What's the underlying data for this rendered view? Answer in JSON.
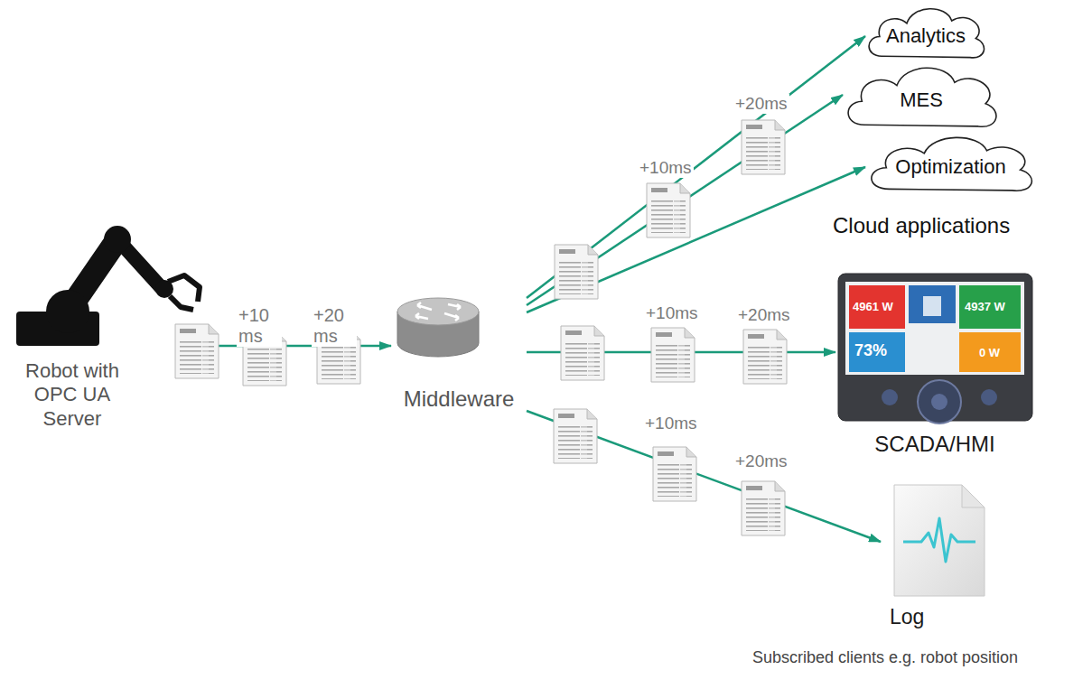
{
  "diagram": {
    "nodes": [
      {
        "text": [
          "Robot with OPC UA Server"
        ]
      },
      {
        "text": [
          "Middleware"
        ]
      },
      {
        "text": [
          "Analytics"
        ]
      },
      {
        "text": [
          "MES"
        ]
      },
      {
        "text": [
          "Optimization"
        ]
      },
      {
        "text": [
          "SCADA/HMI"
        ]
      },
      {
        "text": [
          "Log"
        ]
      }
    ],
    "edges": [
      {
        "from": 0,
        "to": 1,
        "arrow": "to"
      },
      {
        "from": 1,
        "to": 2,
        "arrow": "to"
      },
      {
        "from": 1,
        "to": 3,
        "arrow": "to"
      },
      {
        "from": 1,
        "to": 4,
        "arrow": "to"
      },
      {
        "from": 1,
        "to": 5,
        "arrow": "to"
      },
      {
        "from": 1,
        "to": 6,
        "arrow": "to"
      }
    ],
    "labels": [
      "+10ms",
      "+20ms",
      "+10ms",
      "+20ms",
      "+10ms",
      "+20ms",
      "+10ms",
      "+20ms",
      "Cloud applications",
      "4961 W",
      "73%",
      "4937 W",
      "0 W",
      "Subscribed clients e.g. robot position"
    ]
  }
}
